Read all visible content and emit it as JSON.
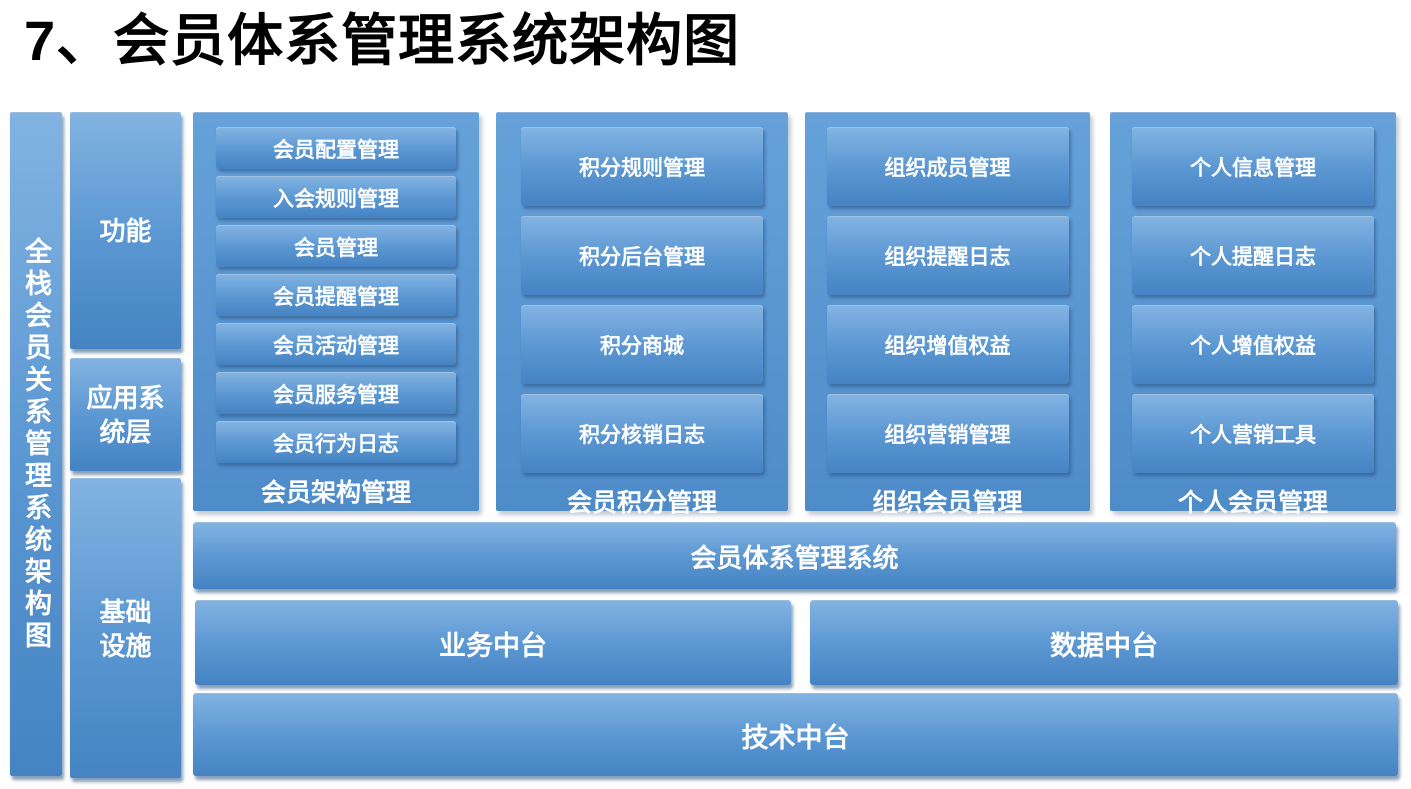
{
  "page": {
    "title": "7、会员体系管理系统架构图"
  },
  "diagram": {
    "side_label": "全栈会员关系管理系统架构图",
    "layers": [
      {
        "label": "功能"
      },
      {
        "label": "应用系\n统层"
      },
      {
        "label": "基础\n设施"
      }
    ],
    "function_groups": [
      {
        "label": "会员架构管理",
        "items": [
          "会员配置管理",
          "入会规则管理",
          "会员管理",
          "会员提醒管理",
          "会员活动管理",
          "会员服务管理",
          "会员行为日志"
        ]
      },
      {
        "label": "会员积分管理",
        "items": [
          "积分规则管理",
          "积分后台管理",
          "积分商城",
          "积分核销日志"
        ]
      },
      {
        "label": "组织会员管理",
        "items": [
          "组织成员管理",
          "组织提醒日志",
          "组织增值权益",
          "组织营销管理"
        ]
      },
      {
        "label": "个人会员管理",
        "items": [
          "个人信息管理",
          "个人提醒日志",
          "个人增值权益",
          "个人营销工具"
        ]
      }
    ],
    "application_layer": {
      "label": "会员体系管理系统"
    },
    "infrastructure": {
      "middle_platforms": [
        "业务中台",
        "数据中台"
      ],
      "tech_platform": "技术中台"
    },
    "colors": {
      "box_top": "#82b3e2",
      "box_mid": "#5b97d2",
      "box_bottom": "#4583c3",
      "container_top": "#66a2d9",
      "container_bottom": "#4e8bc9",
      "shadow": "rgba(40,80,125,0.55)",
      "text": "#ffffff",
      "title": "#000000"
    }
  }
}
